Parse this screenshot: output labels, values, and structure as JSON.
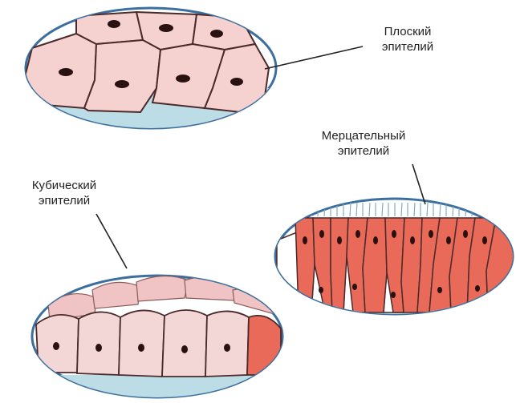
{
  "labels": {
    "squamous": {
      "line1": "Плоский",
      "line2": "эпителий"
    },
    "ciliated": {
      "line1": "Мерцательный",
      "line2": "эпителий"
    },
    "cuboidal": {
      "line1": "Кубический",
      "line2": "эпителий"
    }
  },
  "colors": {
    "membrane": "#3c6f9e",
    "basement": "#bcdde6",
    "squamous_cell": "#f5d2d0",
    "cuboidal_cell": "#f3d6d6",
    "ciliated_cell": "#e96a58",
    "goblet_cell": "#ffffff",
    "nucleus": "#2a1212",
    "outline": "#4a2a2a"
  }
}
